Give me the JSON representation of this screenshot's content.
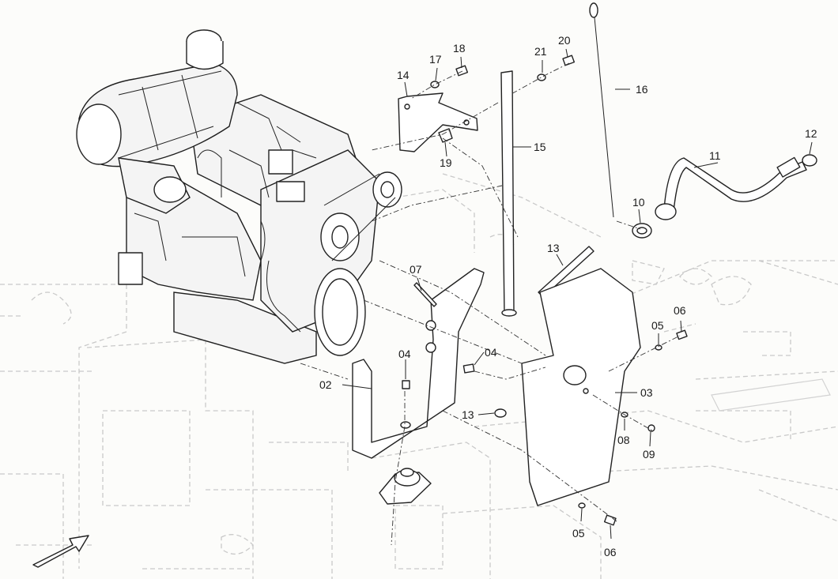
{
  "callouts": [
    "02",
    "03",
    "04",
    "04",
    "05",
    "05",
    "06",
    "06",
    "07",
    "08",
    "09",
    "10",
    "11",
    "12",
    "13",
    "13",
    "14",
    "15",
    "16",
    "17",
    "18",
    "19",
    "20",
    "21"
  ],
  "orientation_arrow": {
    "icon": "direction-arrow-icon"
  }
}
